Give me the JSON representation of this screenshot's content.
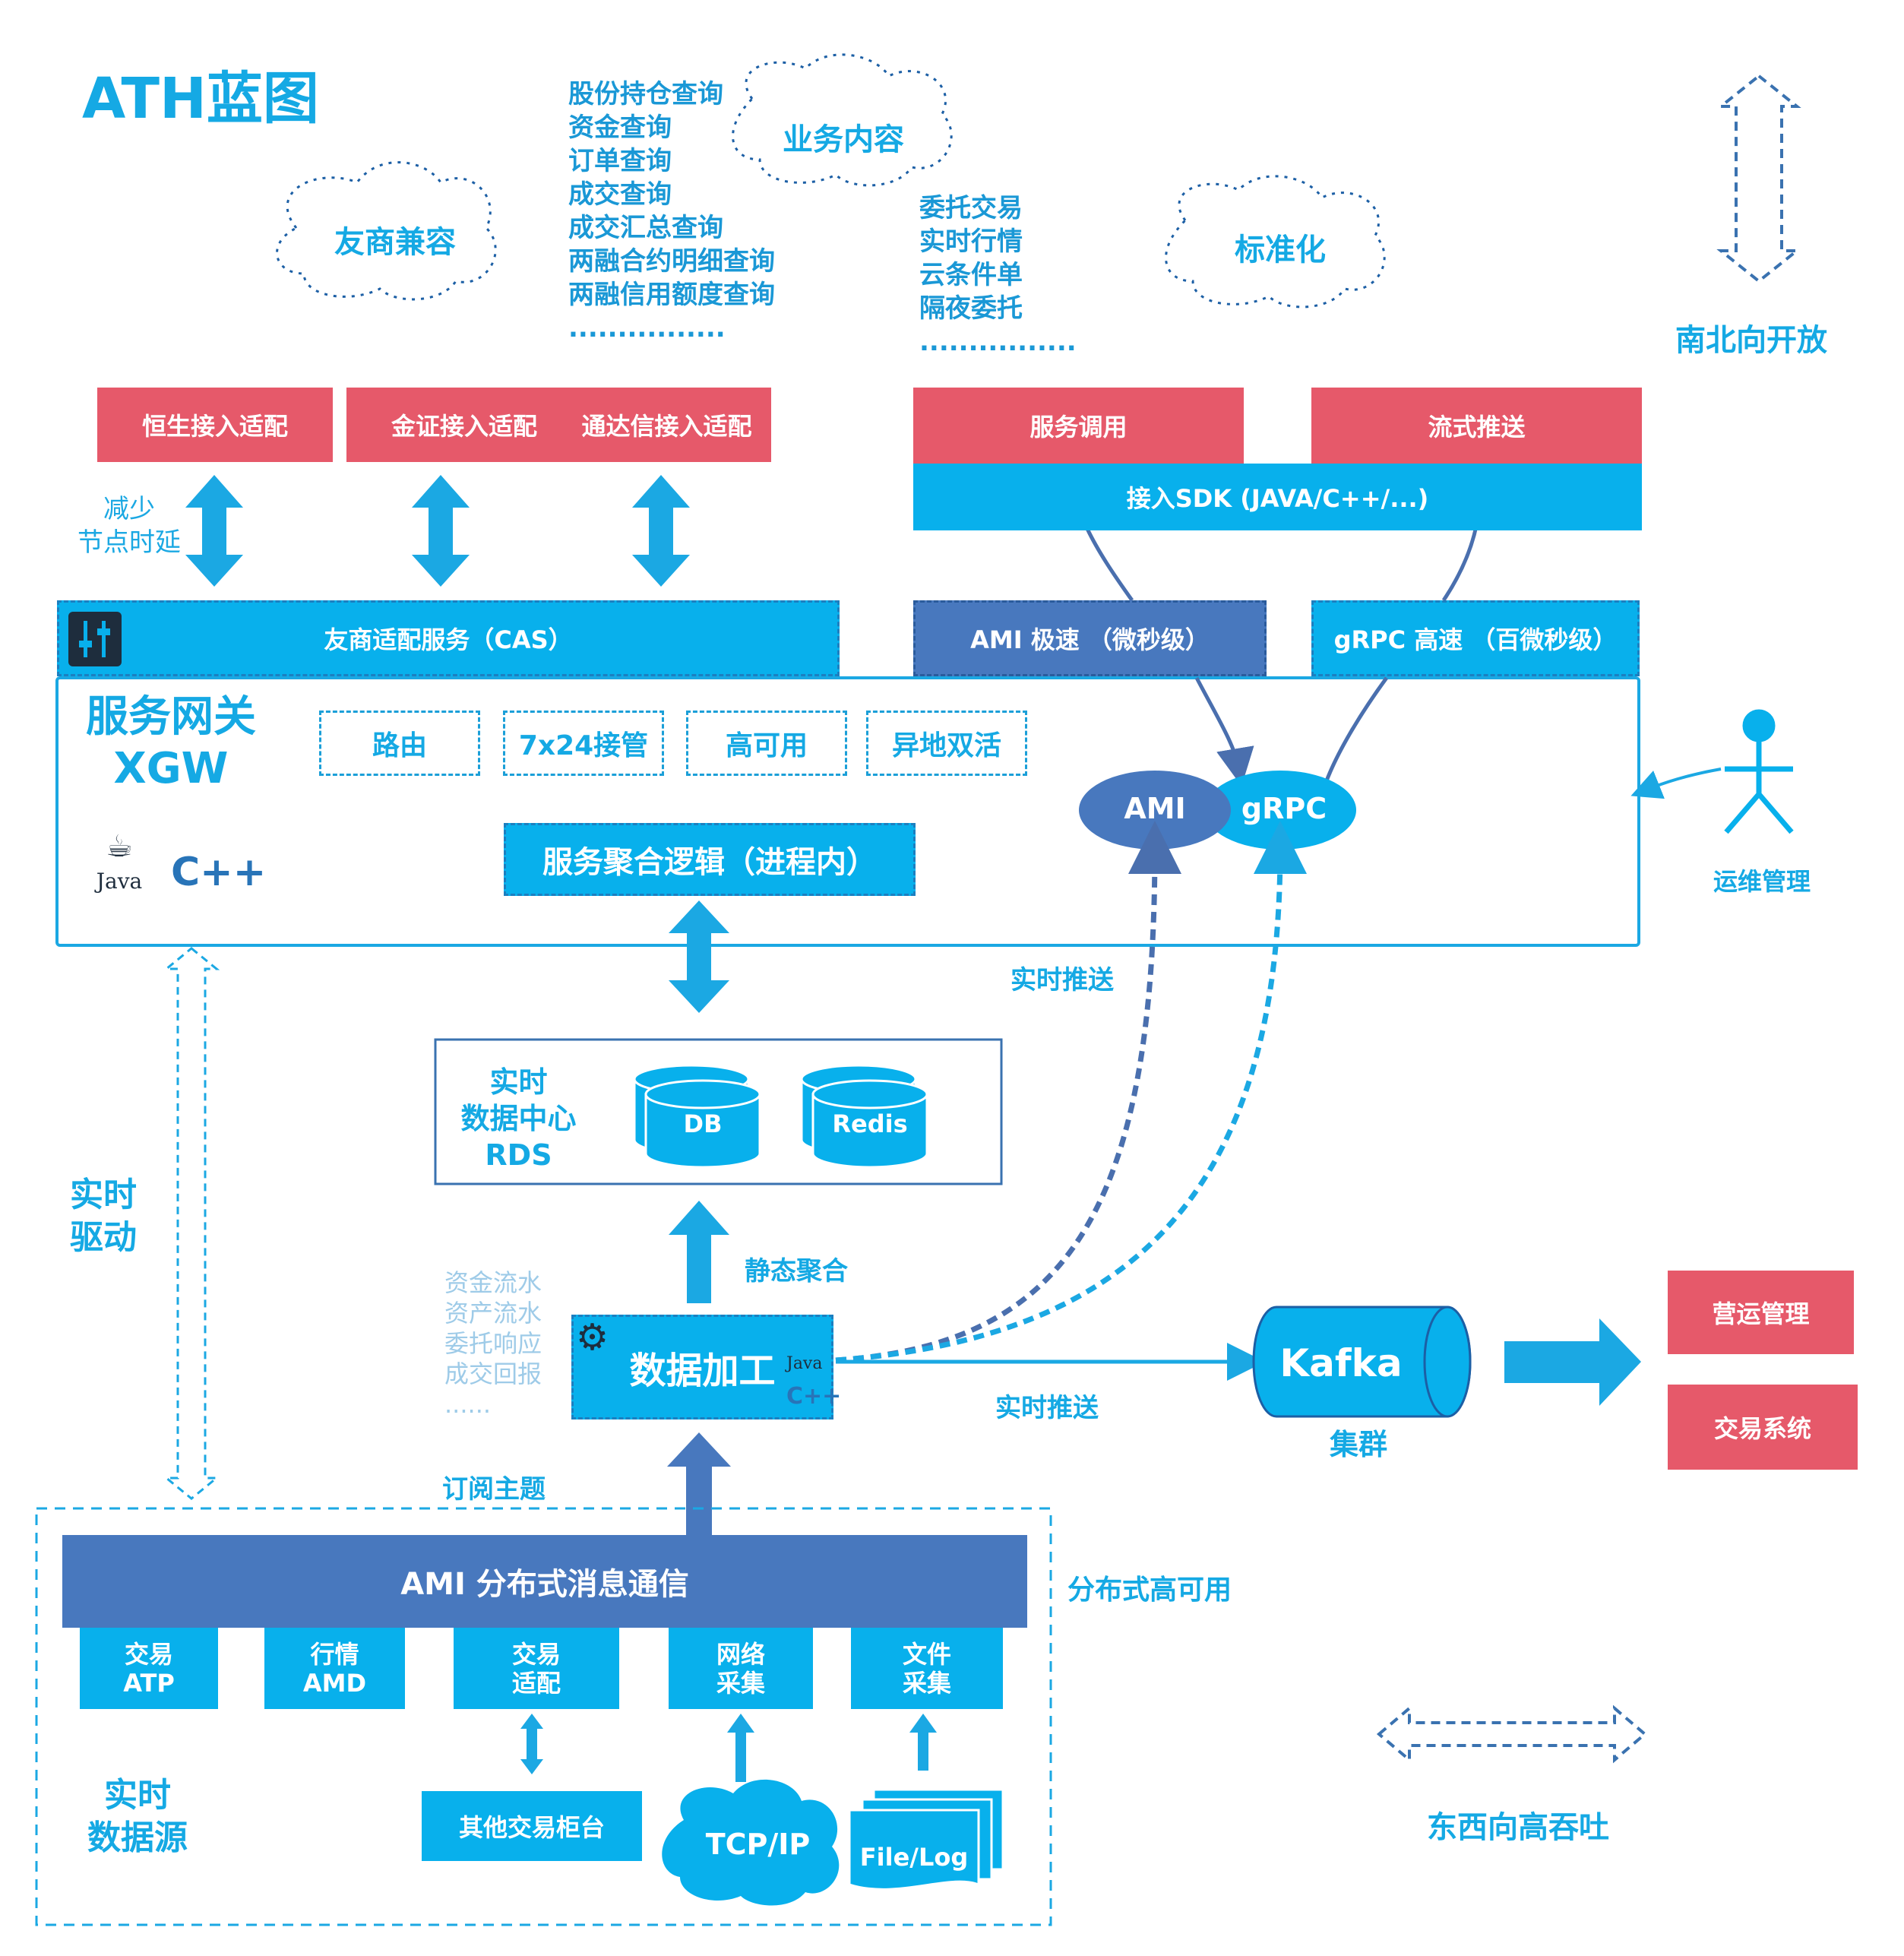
{
  "title": "ATH蓝图",
  "clouds": {
    "compat": "友商兼容",
    "business": "业务内容",
    "standard": "标准化"
  },
  "query_list": [
    "股份持仓查询",
    "资金查询",
    "订单查询",
    "成交查询",
    "成交汇总查询",
    "两融合约明细查询",
    "两融信用额度查询",
    "................"
  ],
  "trade_list": [
    "委托交易",
    "实时行情",
    "云条件单",
    "隔夜委托",
    "................"
  ],
  "north_south": "南北向开放",
  "adapters": [
    "恒生接入适配",
    "金证接入适配",
    "通达信接入适配"
  ],
  "service_call": "服务调用",
  "stream_push": "流式推送",
  "sdk": "接入SDK (JAVA/C++/...)",
  "reduce_latency": [
    "减少",
    "节点时延"
  ],
  "cas": "友商适配服务（CAS）",
  "ami_fast": "AMI 极速 （微秒级）",
  "grpc_fast": "gRPC 高速 （百微秒级）",
  "gateway": {
    "title": "服务网关",
    "subtitle": "XGW"
  },
  "features": [
    "路由",
    "7x24接管",
    "高可用",
    "异地双活"
  ],
  "aggregate": "服务聚合逻辑（进程内）",
  "java_label": "Java",
  "cpp_label": "C++",
  "ami_label": "AMI",
  "grpc_label": "gRPC",
  "ops": "运维管理",
  "realtime_push_1": "实时推送",
  "realtime_drive": [
    "实时",
    "驱动"
  ],
  "rds": {
    "lines": [
      "实时",
      "数据中心",
      "RDS"
    ],
    "db": "DB",
    "redis": "Redis"
  },
  "static_agg": "静态聚合",
  "flows": [
    "资金流水",
    "资产流水",
    "委托响应",
    "成交回报",
    "......"
  ],
  "processing": "数据加工",
  "kafka": "Kafka",
  "cluster": "集群",
  "realtime_push_2": "实时推送",
  "ops_manage": "营运管理",
  "trade_system": "交易系统",
  "subscribe": "订阅主题",
  "ami_bus": "AMI 分布式消息通信",
  "dist_ha": "分布式高可用",
  "sources": [
    {
      "l1": "交易",
      "l2": "ATP"
    },
    {
      "l1": "行情",
      "l2": "AMD"
    },
    {
      "l1": "交易",
      "l2": "适配"
    },
    {
      "l1": "网络",
      "l2": "采集"
    },
    {
      "l1": "文件",
      "l2": "采集"
    }
  ],
  "realtime_source": [
    "实时",
    "数据源"
  ],
  "other_counter": "其他交易柜台",
  "tcpip": "TCP/IP",
  "filelog": "File/Log",
  "east_west": "东西向高吞吐",
  "colors": {
    "red": "#e6596a",
    "cyan": "#08b0ec",
    "navy": "#4878be",
    "text": "#15a9e4"
  }
}
